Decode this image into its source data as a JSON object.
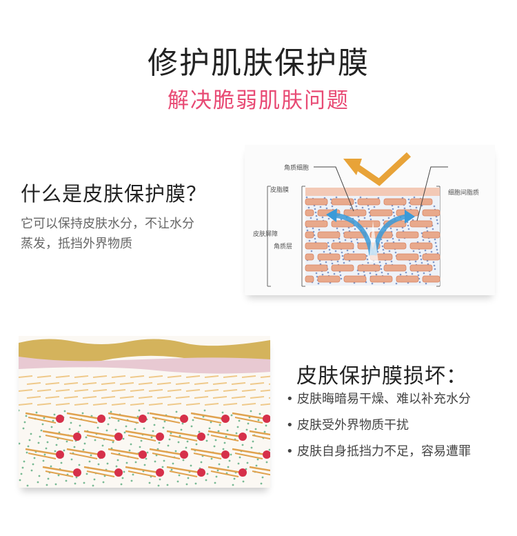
{
  "header": {
    "title": "修护肌肤保护膜",
    "subtitle": "解决脆弱肌肤问题"
  },
  "intro": {
    "question": "什么是皮肤保护膜？",
    "answer_line1": "它可以保持皮肤水分，不让水分",
    "answer_line2": "蒸发，抵挡外界物质"
  },
  "diagram": {
    "labels": {
      "stratum_corneum_cell": "角质细胞",
      "sebum_film": "皮脂膜",
      "skin_barrier": "皮肤屏障",
      "stratum_corneum": "角质层",
      "intercellular_lipid": "细胞间脂质"
    },
    "colors": {
      "arrow_orange": "#e8a338",
      "arrow_blue": "#3a9ad8",
      "cell_fill": "#e8a98c",
      "cell_stroke": "#d9825f"
    }
  },
  "damage": {
    "heading": "皮肤保护膜损坏：",
    "items": [
      "皮肤晦暗易干燥、难以补充水分",
      "皮肤受外界物质干扰",
      "皮肤自身抵挡力不足，容易遭罪"
    ],
    "colors": {
      "gold": "#d4b35c",
      "pink": "#e8c9d2",
      "red_dot": "#d6304a",
      "green_dot": "#3e9e6a",
      "fiber": "#e0a24e"
    }
  }
}
